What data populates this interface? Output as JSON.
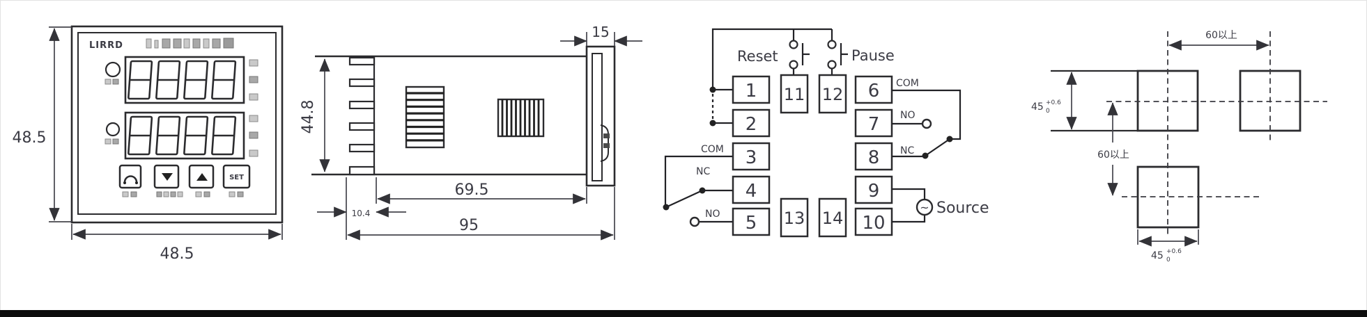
{
  "front_view": {
    "logo": "LIRRD",
    "set_button_label": "SET",
    "dim_height": "48.5",
    "dim_width": "48.5"
  },
  "side_view": {
    "dim_height": "44.8",
    "dim_bezel_depth": "15",
    "dim_body_length": "69.5",
    "dim_step": "10.4",
    "dim_total_length": "95"
  },
  "wiring": {
    "reset_label": "Reset",
    "pause_label": "Pause",
    "source_label": "Source",
    "source_symbol": "~",
    "com_left": "COM",
    "nc_left": "NC",
    "no_left": "NO",
    "com_right": "COM",
    "no_right": "NO",
    "nc_right": "NC",
    "terminals": [
      "1",
      "2",
      "3",
      "4",
      "5",
      "6",
      "7",
      "8",
      "9",
      "10",
      "11",
      "12",
      "13",
      "14"
    ]
  },
  "cutout": {
    "horizontal_spacing": "60以上",
    "vertical_spacing": "60以上",
    "cut_width": "45",
    "cut_width_tol_plus": "+0.6",
    "cut_width_tol_minus": "0",
    "cut_height": "45",
    "cut_height_tol_plus": "+0.6",
    "cut_height_tol_minus": "0"
  }
}
